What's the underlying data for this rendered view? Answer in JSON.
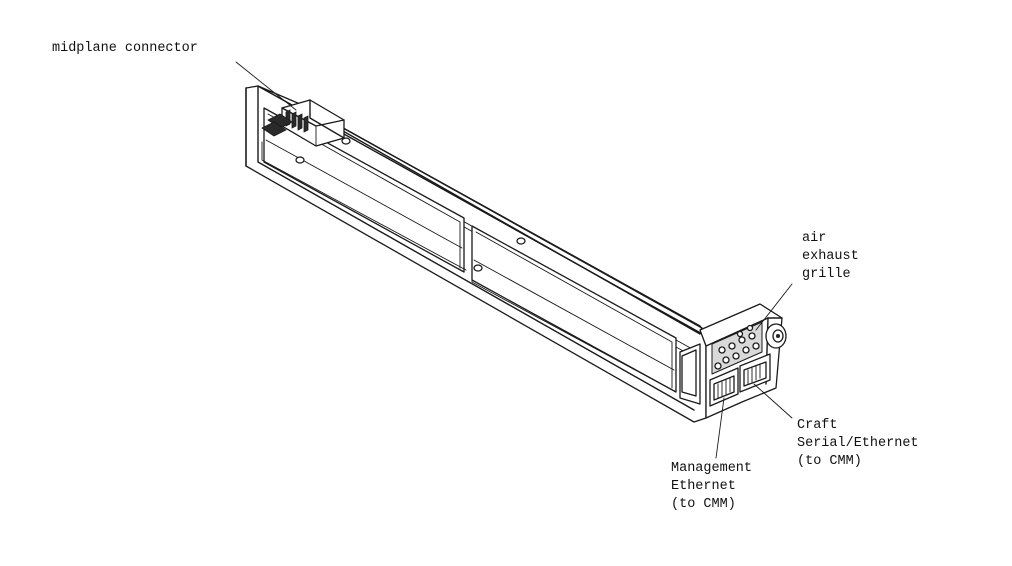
{
  "labels": {
    "midplane": "midplane connector",
    "air_line1": "air",
    "air_line2": "exhaust",
    "air_line3": "grille",
    "craft_line1": "Craft",
    "craft_line2": "Serial/Ethernet",
    "craft_line3": "(to CMM)",
    "mgmt_line1": "Management",
    "mgmt_line2": "Ethernet",
    "mgmt_line3": "(to CMM)"
  },
  "icons": [
    "midplane-connector",
    "air-exhaust-grille",
    "rj45-port",
    "thumbscrew"
  ]
}
